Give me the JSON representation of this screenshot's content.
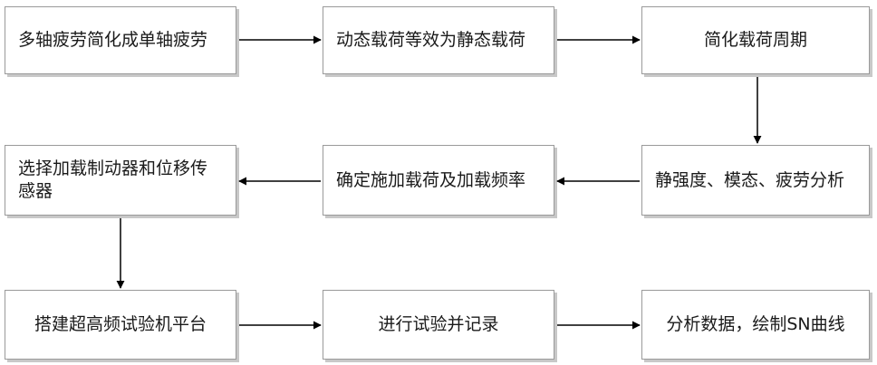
{
  "flowchart": {
    "steps": [
      {
        "id": "s1",
        "text": "多轴疲劳简化成单轴疲劳"
      },
      {
        "id": "s2",
        "text": "动态载荷等效为静态载荷"
      },
      {
        "id": "s3",
        "text": "简化载荷周期"
      },
      {
        "id": "s4",
        "text": "静强度、模态、疲劳分析"
      },
      {
        "id": "s5",
        "text": "确定施加载荷及加载频率"
      },
      {
        "id": "s6",
        "text": "选择加载制动器和位移传感器"
      },
      {
        "id": "s7",
        "text": "搭建超高频试验机平台"
      },
      {
        "id": "s8",
        "text": "进行试验并记录"
      },
      {
        "id": "s9",
        "text": "分析数据，绘制SN曲线"
      }
    ],
    "connections": [
      {
        "from": "s1",
        "to": "s2"
      },
      {
        "from": "s2",
        "to": "s3"
      },
      {
        "from": "s3",
        "to": "s4"
      },
      {
        "from": "s4",
        "to": "s5"
      },
      {
        "from": "s5",
        "to": "s6"
      },
      {
        "from": "s6",
        "to": "s7"
      },
      {
        "from": "s7",
        "to": "s8"
      },
      {
        "from": "s8",
        "to": "s9"
      }
    ],
    "colors": {
      "border": "#9a9a9a",
      "shadow": "#c8c8c8",
      "arrow": "#000000",
      "text": "#1a1a1a"
    }
  }
}
